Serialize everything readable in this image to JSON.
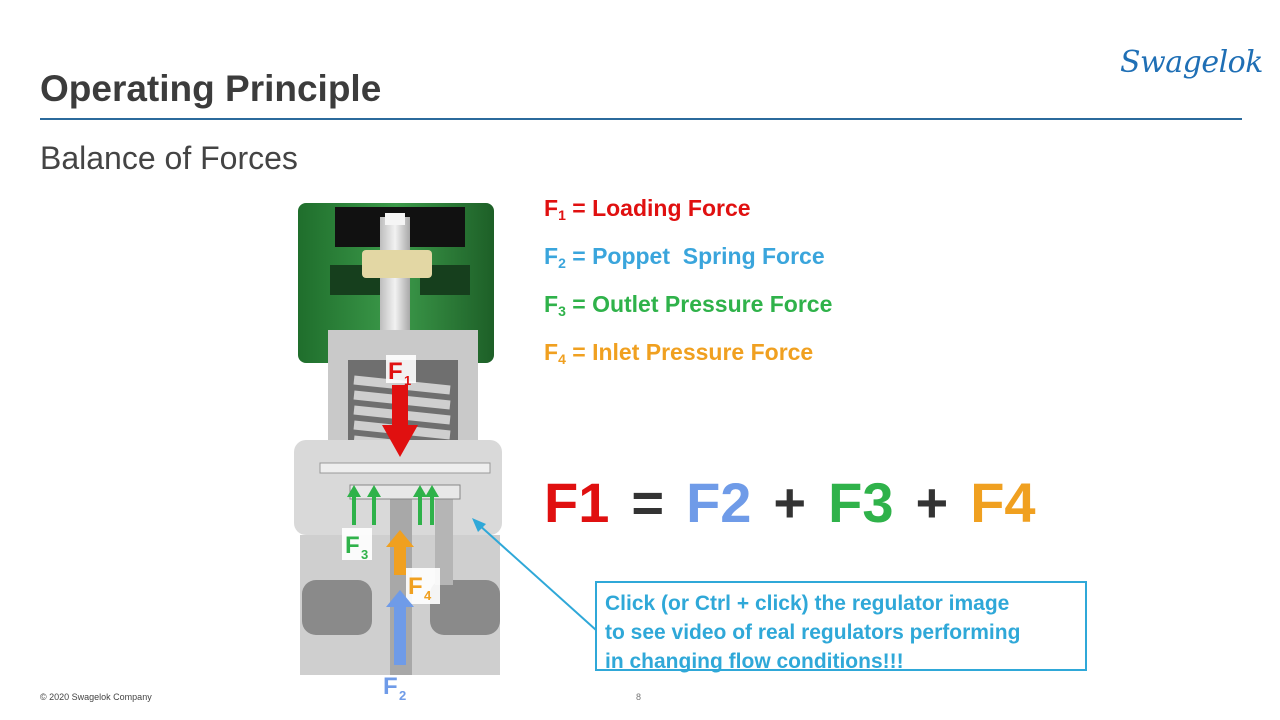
{
  "header": {
    "title": "Operating Principle",
    "subtitle": "Balance of Forces",
    "logo_text": "Swagelok"
  },
  "legend": [
    {
      "symbol": "F",
      "sub": "1",
      "text": "= Loading Force",
      "color": "#e01010"
    },
    {
      "symbol": "F",
      "sub": "2",
      "text": "= Poppet  Spring Force",
      "color": "#3aa5dc"
    },
    {
      "symbol": "F",
      "sub": "3",
      "text": "= Outlet Pressure Force",
      "color": "#2fb24a"
    },
    {
      "symbol": "F",
      "sub": "4",
      "text": "= Inlet Pressure Force",
      "color": "#f0a020"
    }
  ],
  "equation": {
    "f1": "F1",
    "eq": "=",
    "f2": "F2",
    "plus1": "+",
    "f3": "F3",
    "plus2": "+",
    "f4": "F4",
    "colors": {
      "f1": "#e01010",
      "f2": "#6f9be8",
      "f3": "#2fb24a",
      "f4": "#f0a020",
      "ops": "#333333"
    }
  },
  "diagram": {
    "labels": {
      "f1": {
        "main": "F",
        "sub": "1"
      },
      "f2": {
        "main": "F",
        "sub": "2"
      },
      "f3": {
        "main": "F",
        "sub": "3"
      },
      "f4": {
        "main": "F",
        "sub": "4"
      }
    }
  },
  "callout": {
    "line1": "Click (or Ctrl + click) the regulator image",
    "line2": "to see video of real regulators performing",
    "line3": "in changing flow conditions!!!"
  },
  "footer": {
    "copyright": "© 2020 Swagelok Company",
    "page_number": "8"
  }
}
